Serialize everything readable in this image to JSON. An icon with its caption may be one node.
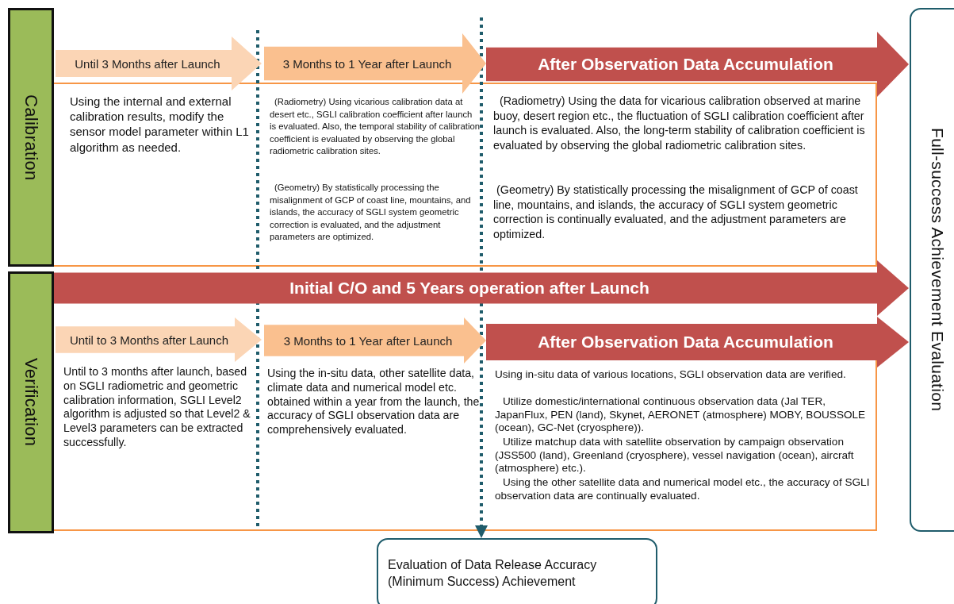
{
  "diagram": {
    "nodes": [
      {
        "text": [
          "Calibration"
        ]
      },
      {
        "text": [
          "Until 3 Months after Launch"
        ]
      },
      {
        "text": [
          "3 Months to 1 Year after Launch"
        ]
      },
      {
        "text": [
          "After Observation Data Accumulation"
        ]
      },
      {
        "text": [
          "Full-success Achievement Evaluation"
        ]
      },
      {
        "text": [
          "Verification"
        ]
      },
      {
        "text": [
          "Initial C/O and 5 Years operation after Launch"
        ]
      },
      {
        "text": [
          "Until to 3 Months after Launch"
        ]
      },
      {
        "text": [
          "3 Months to 1 Year after Launch"
        ]
      },
      {
        "text": [
          "After Observation Data Accumulation"
        ]
      },
      {
        "text": [
          "Evaluation of Data Release Accuracy (Minimum Success) Achievement"
        ]
      }
    ],
    "edges": [
      {
        "from": null,
        "to": 10,
        "arrow": "to",
        "style": "dashed"
      }
    ],
    "labels": [
      "Using the internal and external calibration results, modify the sensor model parameter within L1 algorithm as needed.",
      "(Radiometry) Using vicarious calibration data at desert etc., SGLI calibration coefficient after launch is evaluated. Also, the temporal stability of calibration coefficient is evaluated by observing the global radiometric calibration sites.",
      "(Geometry) By statistically processing the misalignment of GCP of coast line, mountains, and islands, the accuracy of SGLI system geometric correction is evaluated, and the adjustment parameters are optimized.",
      "(Radiometry) Using the data for vicarious calibration observed at marine buoy, desert region etc., the fluctuation of SGLI calibration coefficient after launch is evaluated. Also, the long-term stability of calibration coefficient is evaluated by observing the global radiometric calibration sites.",
      "(Geometry) By statistically processing the misalignment of GCP of coast line, mountains, and islands, the accuracy of SGLI system geometric correction is continually evaluated, and the adjustment parameters are optimized.",
      "Until to 3 months after launch, based on SGLI radiometric and geometric calibration information, SGLI Level2 algorithm is adjusted so that Level2 & Level3 parameters can be extracted successfully.",
      "Using the in-situ data, other satellite data, climate data and numerical model etc. obtained within a year from the launch, the accuracy of SGLI observation data are comprehensively evaluated.",
      "Using in-situ data of various locations, SGLI observation data are verified.",
      "Utilize domestic/international continuous observation data (Jal TER, JapanFlux, PEN (land), Skynet, AERONET (atmosphere) MOBY, BOUSSOLE (ocean), GC-Net (cryosphere)).",
      "Utilize matchup data with satellite observation by campaign observation (JSS500 (land), Greenland (cryosphere), vessel navigation (ocean), aircraft (atmosphere) etc.).",
      "Using the other satellite data and numerical model etc., the accuracy of SGLI observation data are continually evaluated."
    ]
  }
}
